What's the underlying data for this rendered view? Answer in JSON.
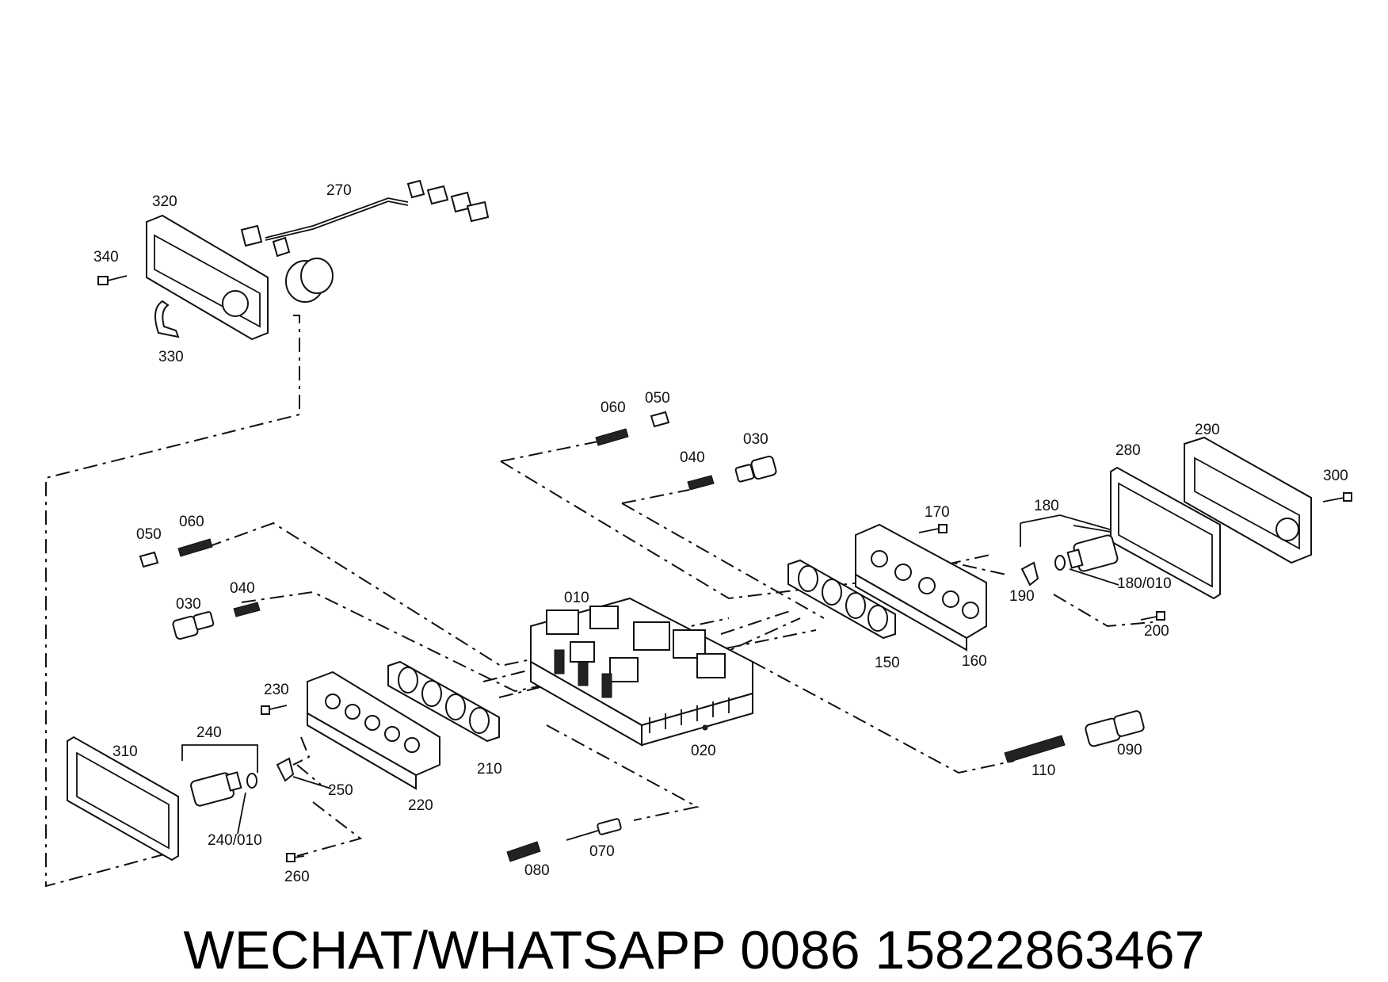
{
  "labels": {
    "p010": "010",
    "p020": "020",
    "p030a": "030",
    "p030b": "030",
    "p040a": "040",
    "p040b": "040",
    "p050a": "050",
    "p050b": "050",
    "p060a": "060",
    "p060b": "060",
    "p070": "070",
    "p080": "080",
    "p090": "090",
    "p110": "110",
    "p150": "150",
    "p160": "160",
    "p170": "170",
    "p180": "180",
    "p180_010": "180/010",
    "p190": "190",
    "p200": "200",
    "p210": "210",
    "p220": "220",
    "p230": "230",
    "p240": "240",
    "p240_010": "240/010",
    "p250": "250",
    "p260": "260",
    "p270": "270",
    "p280": "280",
    "p290": "290",
    "p300": "300",
    "p310": "310",
    "p320": "320",
    "p330": "330",
    "p340": "340"
  },
  "contact": "WECHAT/WHATSAPP  0086 15822863467"
}
